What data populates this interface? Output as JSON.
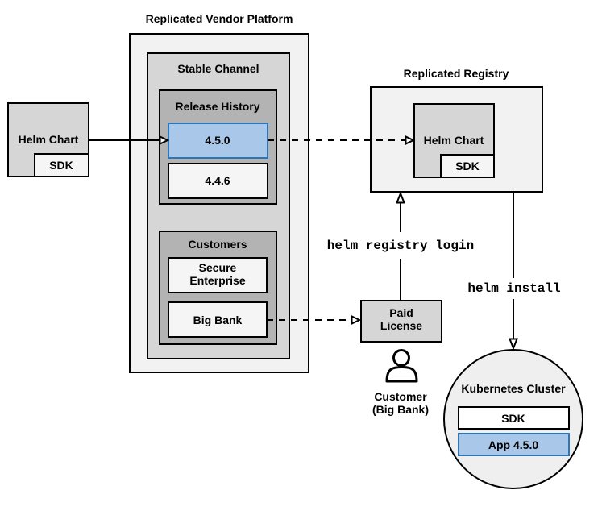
{
  "colors": {
    "background": "#ffffff",
    "outer_fill": "#f2f2f2",
    "mid_fill": "#d6d6d6",
    "dark_fill": "#b3b3b3",
    "item_fill": "#f5f5f5",
    "white": "#ffffff",
    "circle_fill": "#efefef",
    "blue_fill": "#a9c7e8",
    "blue_border": "#2e75b6",
    "blue_text": "#2266aa",
    "stroke": "#000000"
  },
  "left_helm_chart": {
    "label": "Helm Chart",
    "sdk": "SDK"
  },
  "vendor_platform": {
    "title": "Replicated Vendor Platform",
    "stable_channel": {
      "title": "Stable Channel",
      "release_history": {
        "title": "Release History",
        "releases": [
          {
            "version": "4.5.0",
            "highlighted": true
          },
          {
            "version": "4.4.6",
            "highlighted": false
          }
        ]
      },
      "customers": {
        "title": "Customers",
        "items": [
          {
            "name": "Secure Enterprise",
            "line1": "Secure",
            "line2": "Enterprise"
          },
          {
            "name": "Big Bank",
            "line1": "Big Bank",
            "line2": ""
          }
        ]
      }
    }
  },
  "registry": {
    "title": "Replicated Registry",
    "helm_chart_label": "Helm Chart",
    "sdk": "SDK"
  },
  "paid_license": {
    "line1": "Paid",
    "line2": "License"
  },
  "customer_caption": {
    "line1": "Customer",
    "line2": "(Big Bank)"
  },
  "commands": {
    "registry_login": "helm registry login",
    "install": "helm install"
  },
  "kubernetes_cluster": {
    "title": "Kubernetes Cluster",
    "sdk": "SDK",
    "app": "App 4.5.0"
  }
}
